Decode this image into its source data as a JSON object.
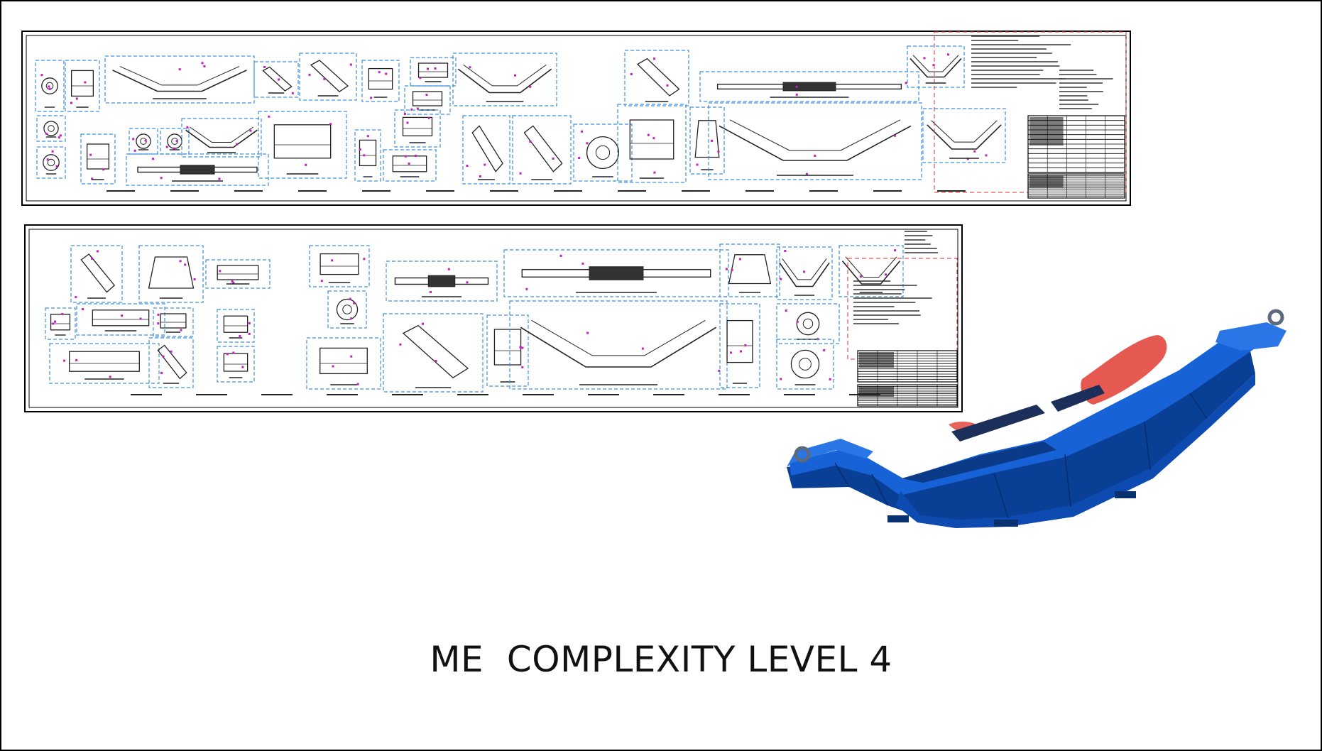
{
  "slide": {
    "caption": "ME  COMPLEXITY LEVEL 4"
  },
  "drawings": [
    {
      "name": "drawing-sheet-1",
      "detail_label_count": 36
    },
    {
      "name": "drawing-sheet-2",
      "detail_label_count": 28
    }
  ],
  "colors": {
    "border": "#000000",
    "detail_box": "#3f8fe0",
    "line_work": "#222222",
    "dimension_marker": "#c020c0",
    "revision_marker": "#e03030",
    "model_body": "#1560d0",
    "model_body_dark": "#0a3f96",
    "model_highlight": "#e23c32"
  },
  "model": {
    "icon": "tooling-fixture-3d-model",
    "highlight_icon": "highlighted-pad"
  }
}
